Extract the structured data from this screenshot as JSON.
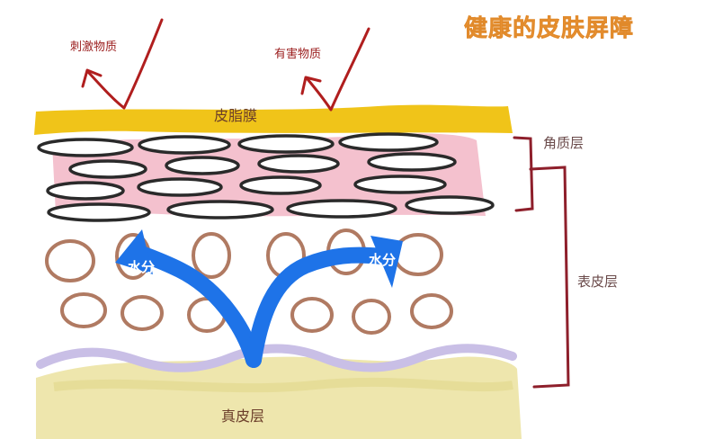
{
  "title": "健康的皮肤屏障",
  "threats": {
    "irritants": "刺激物质",
    "harmful": "有害物质"
  },
  "layers": {
    "sebum_film": "皮脂膜",
    "stratum_corneum": "角质层",
    "epidermis": "表皮层",
    "dermis": "真皮层"
  },
  "water_labels": {
    "left": "水分",
    "right": "水分"
  },
  "colors": {
    "title": "#f29a3b",
    "threat_arrow": "#b01e1e",
    "sebum": "#f0c419",
    "corneum_fill": "#f2b6c6",
    "cell_outline": "#b07a62",
    "membrane": "#c9bfe6",
    "dermis": "#ece3a4",
    "water_arrow": "#1e73e8",
    "bracket": "#8e1f2b"
  }
}
